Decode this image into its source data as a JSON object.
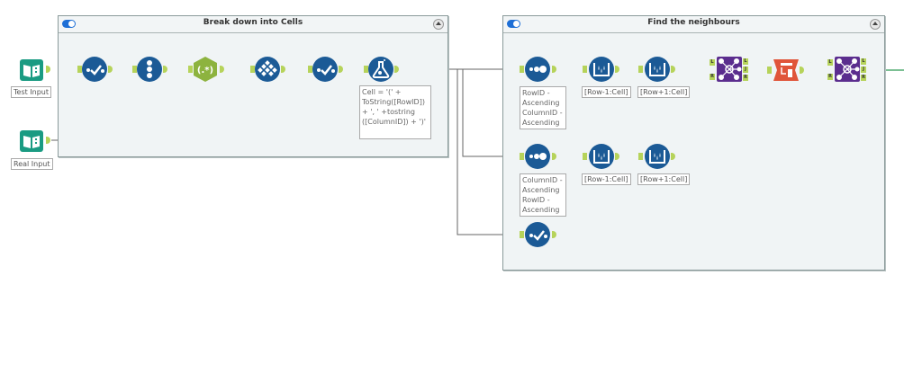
{
  "containers": [
    {
      "title": "Break down into Cells",
      "enabled": true
    },
    {
      "title": "Find the neighbours",
      "enabled": true
    }
  ],
  "inputs": [
    {
      "label": "Test Input",
      "icon": "input-book-icon"
    },
    {
      "label": "Real Input",
      "icon": "input-book-icon"
    }
  ],
  "break_down_tools": [
    {
      "icon": "select-check-icon"
    },
    {
      "icon": "record-id-icon"
    },
    {
      "icon": "regex-icon"
    },
    {
      "icon": "transpose-icon"
    },
    {
      "icon": "select-check-icon"
    },
    {
      "icon": "formula-flask-icon",
      "note": "Cell = '(' + ToString([RowID]) + ', ' +tostring ([ColumnID]) + ')'"
    }
  ],
  "neighbours": {
    "row1": {
      "sort_note": "RowID - Ascending ColumnID - Ascending",
      "multirow1": "[Row-1:Cell]",
      "multirow2": "[Row+1:Cell]"
    },
    "row2": {
      "sort_note": "ColumnID - Ascending RowID - Ascending",
      "multirow1": "[Row-1:Cell]",
      "multirow2": "[Row+1:Cell]"
    },
    "join_anchors": {
      "left": "L",
      "right": "R",
      "join": "J"
    }
  },
  "colors": {
    "tool_blue": "#1b5a96",
    "input_teal": "#1a9b82",
    "regex_green": "#8db33f",
    "join_purple": "#5b2d8e",
    "crosstab_red": "#e0553a",
    "anchor_green": "#b6d35a",
    "output_wire": "#2e9b55"
  }
}
